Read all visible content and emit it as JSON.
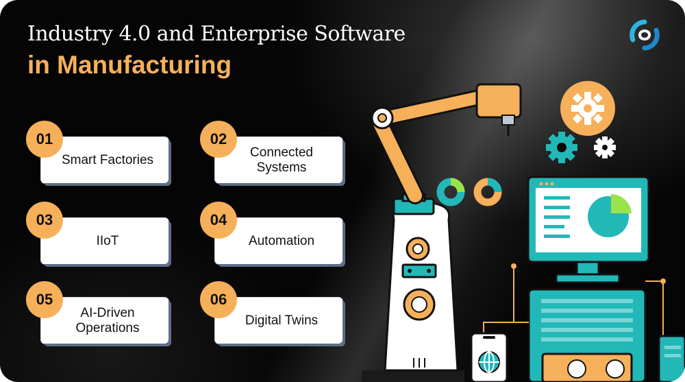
{
  "header": {
    "title_line1": "Industry 4.0 and Enterprise Software",
    "title_line2": "in Manufacturing"
  },
  "colors": {
    "accent": "#F6B05A",
    "teal": "#22B8B8",
    "background": "#050505",
    "card": "#FFFFFF"
  },
  "cards": [
    {
      "number": "01",
      "label": "Smart Factories"
    },
    {
      "number": "02",
      "label": "Connected\nSystems"
    },
    {
      "number": "03",
      "label": "IIoT"
    },
    {
      "number": "04",
      "label": "Automation"
    },
    {
      "number": "05",
      "label": "AI-Driven\nOperations"
    },
    {
      "number": "06",
      "label": "Digital Twins"
    }
  ],
  "illustration": {
    "icons": [
      "robotic-arm-icon",
      "gear-icon",
      "donut-chart-icon",
      "monitor-dashboard-icon",
      "smartphone-icon",
      "globe-icon",
      "server-icon"
    ]
  },
  "logo": {
    "icon": "brand-logo-icon"
  }
}
